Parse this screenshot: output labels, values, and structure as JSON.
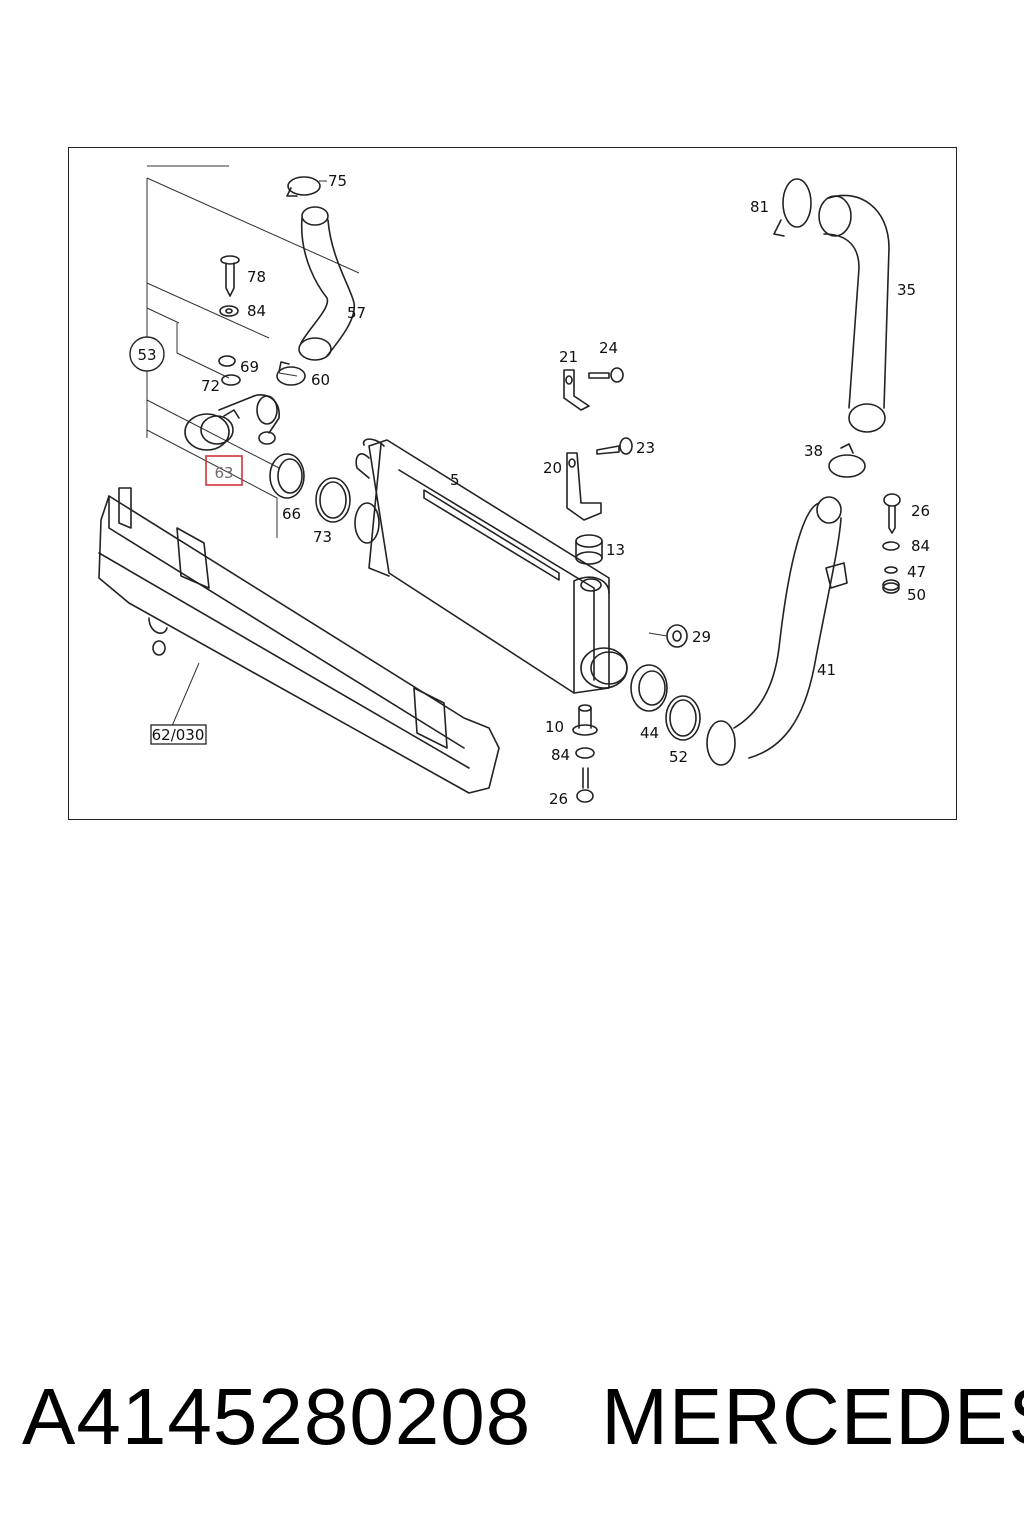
{
  "diagram": {
    "callouts": [
      "75",
      "57",
      "78",
      "84",
      "53",
      "69",
      "72",
      "60",
      "63",
      "66",
      "73",
      "5",
      "21",
      "24",
      "20",
      "23",
      "13",
      "81",
      "35",
      "38",
      "26",
      "84",
      "47",
      "50",
      "29",
      "41",
      "10",
      "84",
      "26",
      "44",
      "52"
    ],
    "circled_callout": "53",
    "highlighted_callout": "63",
    "reference_box": "62/030",
    "highlight_color": "#d0343a"
  },
  "caption": {
    "part_number": "A4145280208",
    "brand": "MERCEDES"
  }
}
